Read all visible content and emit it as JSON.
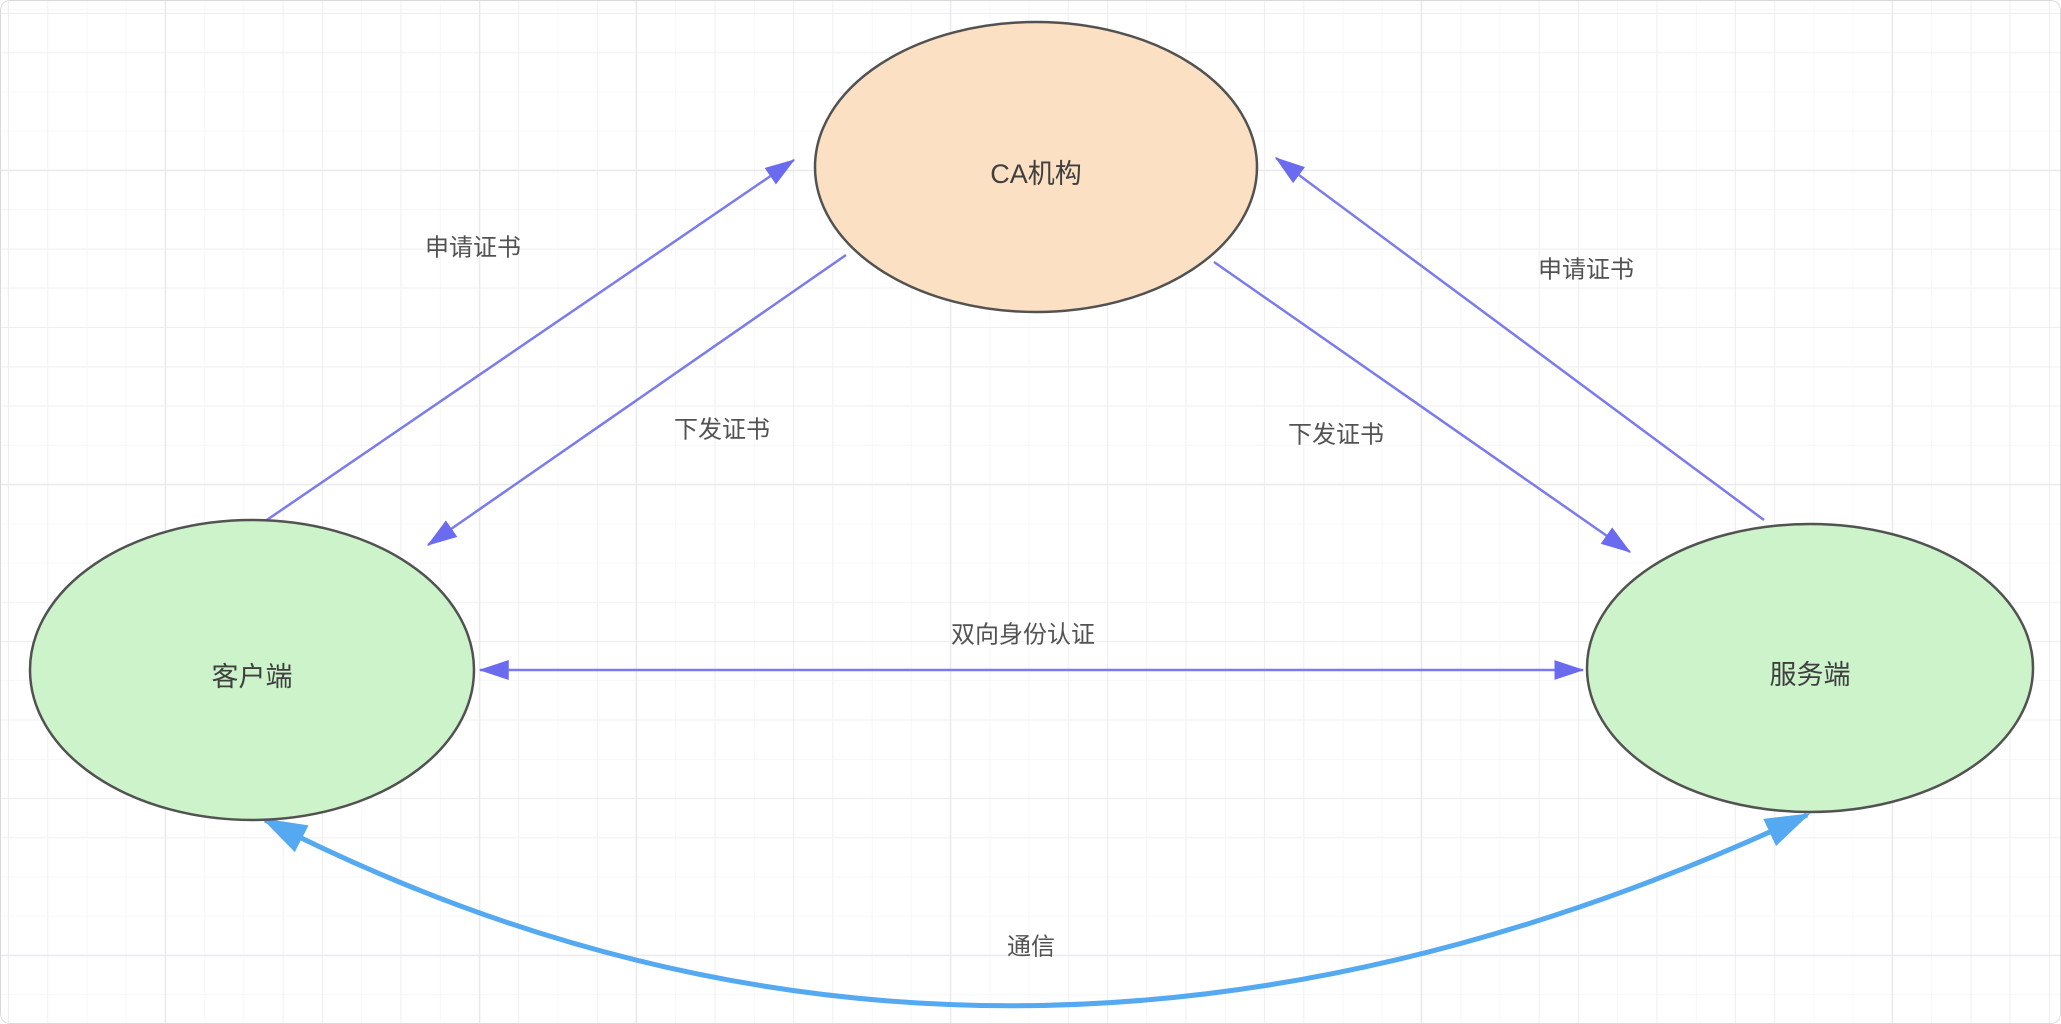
{
  "canvas": {
    "background": "#ffffff",
    "grid_minor_color": "#f4f4f6",
    "grid_major_color": "#e9e9ee"
  },
  "nodes": {
    "ca": {
      "label": "CA机构",
      "fill": "#fbe0c3",
      "stroke": "#525252"
    },
    "client": {
      "label": "客户端",
      "fill": "#ccf3c9",
      "stroke": "#525252"
    },
    "server": {
      "label": "服务端",
      "fill": "#ccf3c9",
      "stroke": "#525252"
    }
  },
  "edges": {
    "apply_left": {
      "label": "申请证书",
      "from": "client",
      "to": "ca",
      "color": "#7b7bee",
      "bidirectional": false
    },
    "issue_left": {
      "label": "下发证书",
      "from": "ca",
      "to": "client",
      "color": "#7b7bee",
      "bidirectional": false
    },
    "apply_right": {
      "label": "申请证书",
      "from": "server",
      "to": "ca",
      "color": "#7b7bee",
      "bidirectional": false
    },
    "issue_right": {
      "label": "下发证书",
      "from": "ca",
      "to": "server",
      "color": "#7b7bee",
      "bidirectional": false
    },
    "mutual_auth": {
      "label": "双向身份认证",
      "from": "client",
      "to": "server",
      "color": "#7b7bee",
      "bidirectional": true
    },
    "communication": {
      "label": "通信",
      "from": "client",
      "to": "server",
      "color": "#55a9f0",
      "bidirectional": true
    }
  }
}
